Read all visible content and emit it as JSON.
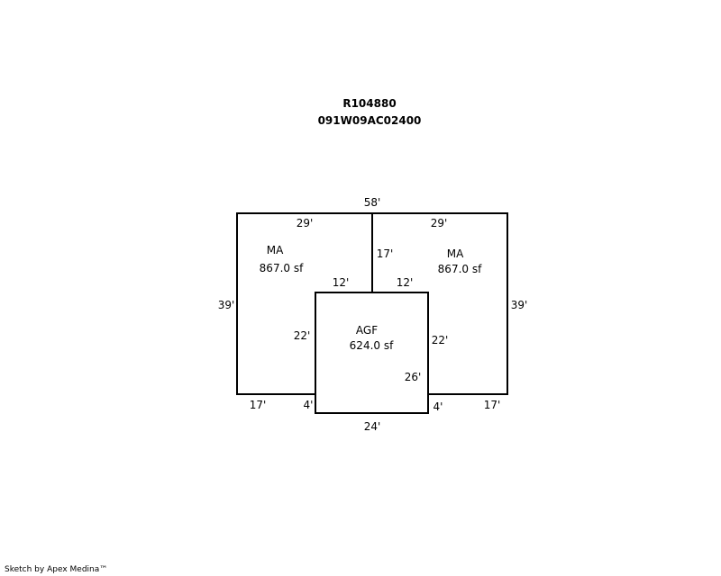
{
  "header": {
    "account_id": "R104880",
    "map_number": "091W09AC02400"
  },
  "areas": {
    "ma_left": {
      "name": "MA",
      "size": "867.0 sf"
    },
    "ma_right": {
      "name": "MA",
      "size": "867.0 sf"
    },
    "agf": {
      "name": "AGF",
      "size": "624.0 sf"
    }
  },
  "dimensions": {
    "top_total": "58'",
    "left_top": "29'",
    "right_top": "29'",
    "divider": "17'",
    "agf_top_left": "12'",
    "agf_top_right": "12'",
    "left_side": "39'",
    "right_side": "39'",
    "agf_left": "22'",
    "agf_right": "22'",
    "agf_inner": "26'",
    "left_bottom": "17'",
    "right_bottom": "17'",
    "left_step": "4'",
    "right_step": "4'",
    "agf_bottom": "24'"
  },
  "footer": {
    "credit": "Sketch by Apex Medina™"
  }
}
